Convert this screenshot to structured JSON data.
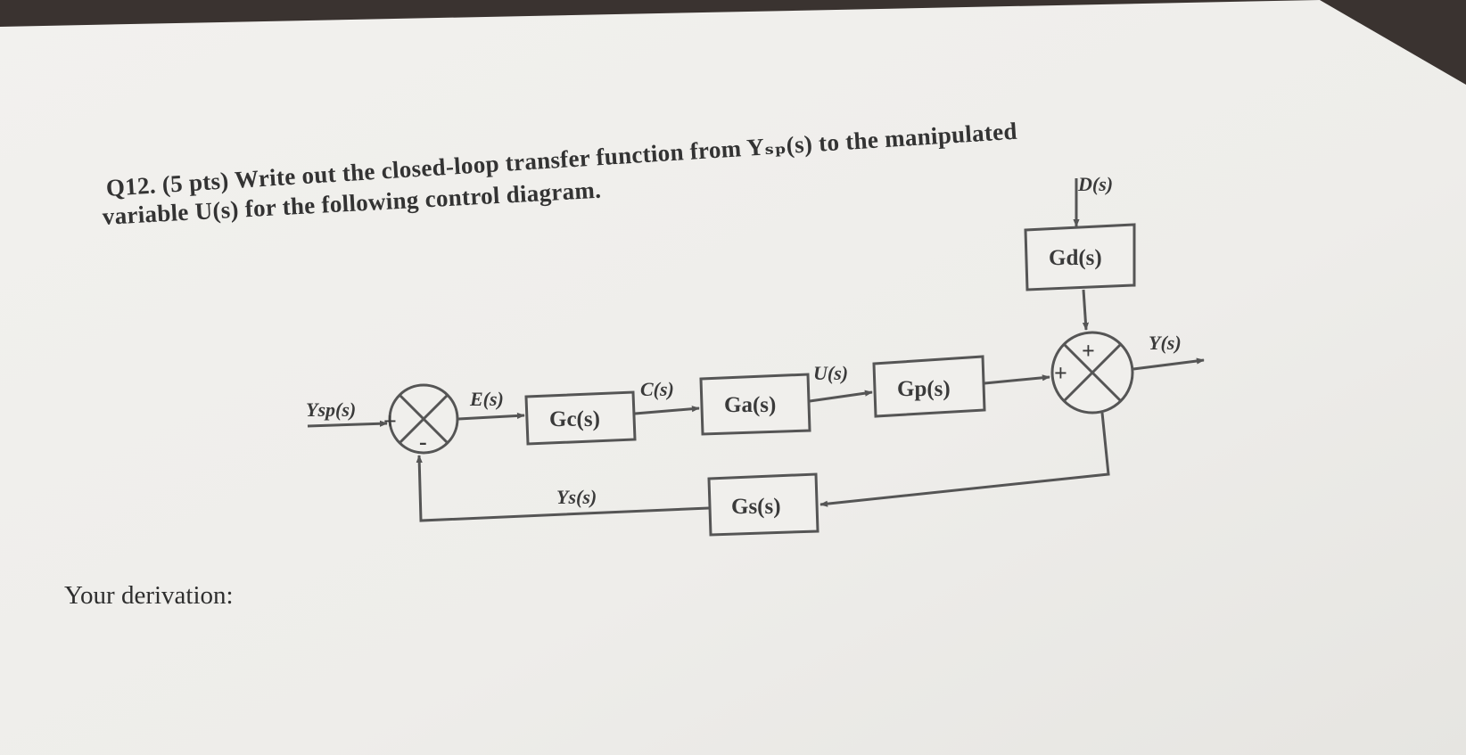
{
  "question": {
    "line1": "Q12. (5 pts) Write out the closed-loop transfer function from Yₛₚ(s) to the manipulated",
    "line2": "variable U(s) for the following control diagram."
  },
  "answer_prompt": "Your derivation:",
  "diagram": {
    "blocks": {
      "gc": "Gc(s)",
      "ga": "Ga(s)",
      "gp": "Gp(s)",
      "gd": "Gd(s)",
      "gs": "Gs(s)"
    },
    "signals": {
      "ysp": "Ysp(s)",
      "e": "E(s)",
      "c": "C(s)",
      "u": "U(s)",
      "d": "D(s)",
      "y": "Y(s)",
      "ys": "Ys(s)"
    },
    "signs": {
      "sum1_plus": "+",
      "sum1_minus": "-",
      "sum2_plus_top": "+",
      "sum2_plus_left": "+"
    }
  }
}
